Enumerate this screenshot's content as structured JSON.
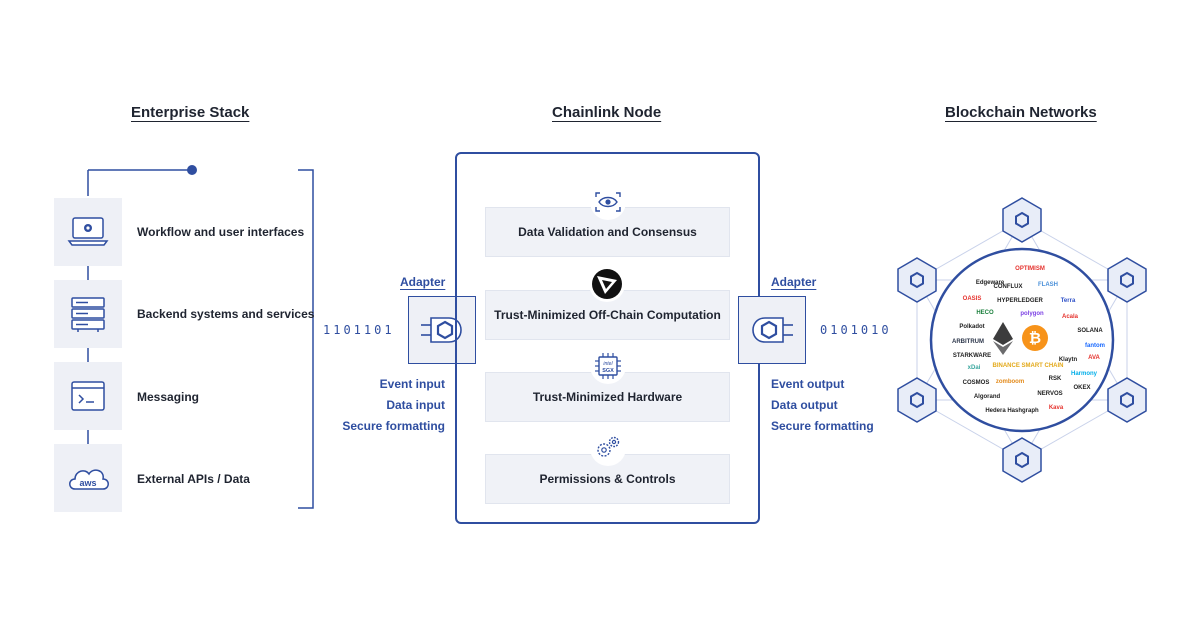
{
  "headings": {
    "enterprise": "Enterprise Stack",
    "node": "Chainlink Node",
    "blockchains": "Blockchain Networks"
  },
  "stack": [
    {
      "label": "Workflow and user interfaces",
      "icon": "laptop-gear-icon"
    },
    {
      "label": "Backend systems and services",
      "icon": "server-rack-icon"
    },
    {
      "label": "Messaging",
      "icon": "terminal-window-icon"
    },
    {
      "label": "External APIs / Data",
      "icon": "aws-cloud-icon"
    }
  ],
  "aws_text": "aws",
  "modules": [
    {
      "label": "Data Validation and Consensus",
      "icon": "eye-scan-icon"
    },
    {
      "label": "Trust-Minimized Off-Chain Computation",
      "icon": "compute-logo-icon"
    },
    {
      "label": "Trust-Minimized Hardware",
      "icon": "sgx-chip-icon"
    },
    {
      "label": "Permissions & Controls",
      "icon": "gears-icon"
    }
  ],
  "sgx_text": "SGX",
  "sgx_brand": "intel",
  "adapter_left": {
    "label": "Adapter",
    "bits": "1101101",
    "io": [
      "Event input",
      "Data input",
      "Secure formatting"
    ]
  },
  "adapter_right": {
    "label": "Adapter",
    "bits": "0101010",
    "io": [
      "Event output",
      "Data output",
      "Secure formatting"
    ]
  },
  "chains": [
    {
      "name": "OPTIMISM",
      "color": "#e5322d"
    },
    {
      "name": "Edgeware",
      "color": "#222222"
    },
    {
      "name": "FLASH",
      "color": "#4a90d9"
    },
    {
      "name": "CONFLUX",
      "color": "#222222"
    },
    {
      "name": "OASIS",
      "color": "#e5322d"
    },
    {
      "name": "HYPERLEDGER",
      "color": "#222222"
    },
    {
      "name": "Terra",
      "color": "#2c4fc7"
    },
    {
      "name": "HECO",
      "color": "#1a7f3c"
    },
    {
      "name": "polygon",
      "color": "#7b3fe4"
    },
    {
      "name": "Acala",
      "color": "#e5322d"
    },
    {
      "name": "Polkadot",
      "color": "#222222"
    },
    {
      "name": "SOLANA",
      "color": "#222222"
    },
    {
      "name": "ARBITRUM",
      "color": "#2d374b"
    },
    {
      "name": "fantom",
      "color": "#1969ff"
    },
    {
      "name": "STARKWARE",
      "color": "#222222"
    },
    {
      "name": "BINANCE SMART CHAIN",
      "color": "#e3a91a"
    },
    {
      "name": "Klaytn",
      "color": "#222222"
    },
    {
      "name": "xDai",
      "color": "#3aa79f"
    },
    {
      "name": "Harmony",
      "color": "#00aee9"
    },
    {
      "name": "AVA",
      "color": "#e5322d"
    },
    {
      "name": "COSMOS",
      "color": "#222222"
    },
    {
      "name": "zomboom",
      "color": "#e38a1a"
    },
    {
      "name": "RSK",
      "color": "#222222"
    },
    {
      "name": "OKEX",
      "color": "#222222"
    },
    {
      "name": "Algorand",
      "color": "#222222"
    },
    {
      "name": "NERVOS",
      "color": "#222222"
    },
    {
      "name": "Hedera Hashgraph",
      "color": "#222222"
    },
    {
      "name": "Kava",
      "color": "#e5322d"
    }
  ],
  "colors": {
    "accent": "#2f4ea0",
    "box_fill": "#eef0f6",
    "bitcoin": "#f7931a",
    "ethereum": "#3c3c3d"
  }
}
